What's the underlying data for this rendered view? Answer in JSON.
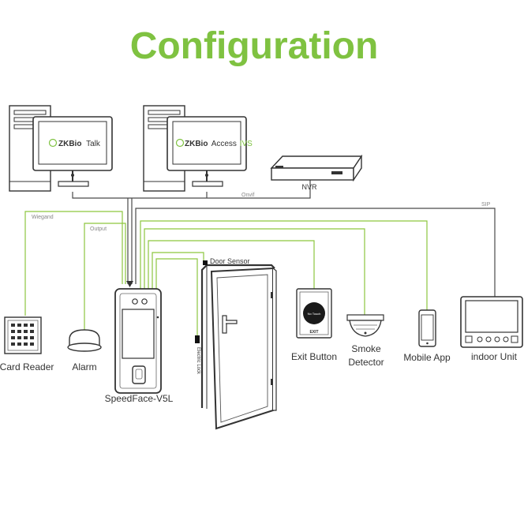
{
  "title": "Configuration",
  "colors": {
    "title": "#7fc241",
    "green_line": "#8dc63f",
    "dark_line": "#4a4a4a",
    "grey_line": "#9a9a9a"
  },
  "software": {
    "talk": {
      "brand": "ZKBio",
      "product": "Talk",
      "icon": "zkbio-logo-icon"
    },
    "access": {
      "brand": "ZKBio",
      "product_main": "Access",
      "product_suffix": "IVS",
      "icon": "zkbio-logo-icon"
    }
  },
  "lines": {
    "onvif": "Onvif",
    "sip": "SIP",
    "wiegand": "Wiegand",
    "output": "Output"
  },
  "devices": {
    "nvr": "NVR",
    "card_reader": "Card Reader",
    "alarm": "Alarm",
    "speedface": "SpeedFace-V5L",
    "door_sensor": "Door Sensor",
    "electric_lock": "Electric Lock",
    "exit_button": "Exit Button",
    "exit_button_face": "No Touch",
    "exit_button_caption": "EXIT",
    "smoke_detector_line1": "Smoke",
    "smoke_detector_line2": "Detector",
    "mobile_app": "Mobile App",
    "indoor_unit": "indoor Unit"
  }
}
